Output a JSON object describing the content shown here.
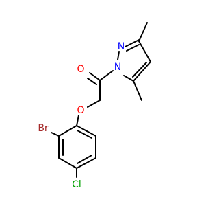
{
  "molecule": {
    "atoms": {
      "O1": {
        "label": "O",
        "color": "#ff0000"
      },
      "O2": {
        "label": "O",
        "color": "#ff0000"
      },
      "N1": {
        "label": "N",
        "color": "#0000ff"
      },
      "N2": {
        "label": "N",
        "color": "#0000ff"
      },
      "Br": {
        "label": "Br",
        "color": "#a52a2a"
      },
      "Cl": {
        "label": "Cl",
        "color": "#00a000"
      }
    },
    "bond_color": "#000000",
    "background": "#ffffff"
  }
}
